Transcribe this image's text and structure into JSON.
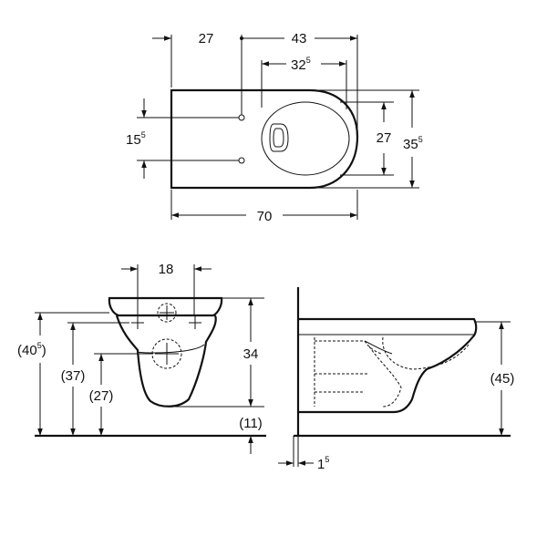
{
  "top_view": {
    "dim_27": "27",
    "dim_43": "43",
    "dim_32_5": {
      "main": "32",
      "sup": "5"
    },
    "dim_15_5": {
      "main": "15",
      "sup": "5"
    },
    "dim_27_height": "27",
    "dim_35_5": {
      "main": "35",
      "sup": "5"
    },
    "dim_70": "70"
  },
  "front_view": {
    "dim_18": "18",
    "dim_40_5": {
      "main": "(40",
      "sup": "5",
      "tail": ")"
    },
    "dim_37": "(37)",
    "dim_27": "(27)",
    "dim_34": "34",
    "dim_11": "(11)"
  },
  "side_view": {
    "dim_45": "(45)",
    "dim_1_5": {
      "main": "1",
      "sup": "5"
    }
  }
}
